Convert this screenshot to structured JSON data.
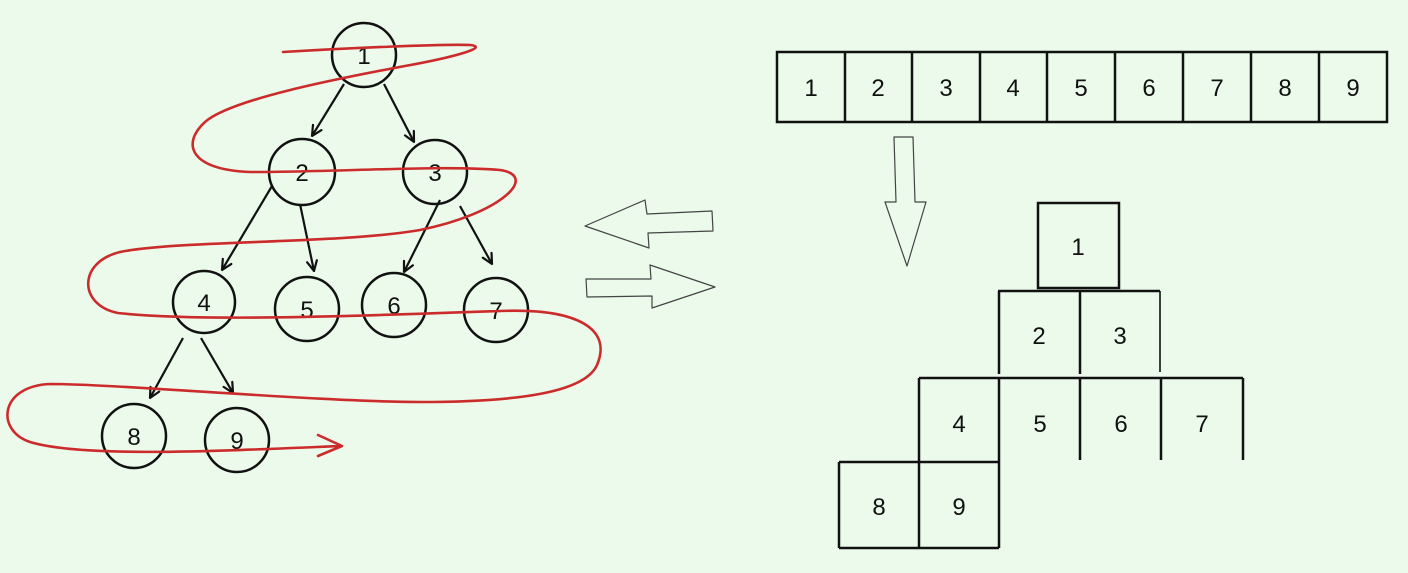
{
  "colors": {
    "background": "#ebfaeb",
    "ink": "#111111",
    "traversal": "#cc2b2b",
    "arrow_outline": "#444444"
  },
  "tree": {
    "nodes": [
      "1",
      "2",
      "3",
      "4",
      "5",
      "6",
      "7",
      "8",
      "9"
    ]
  },
  "array": {
    "cells": [
      "1",
      "2",
      "3",
      "4",
      "5",
      "6",
      "7",
      "8",
      "9"
    ]
  },
  "pyramid": {
    "rows": [
      [
        "1"
      ],
      [
        "2",
        "3"
      ],
      [
        "4",
        "5",
        "6",
        "7"
      ],
      [
        "8",
        "9"
      ]
    ]
  }
}
